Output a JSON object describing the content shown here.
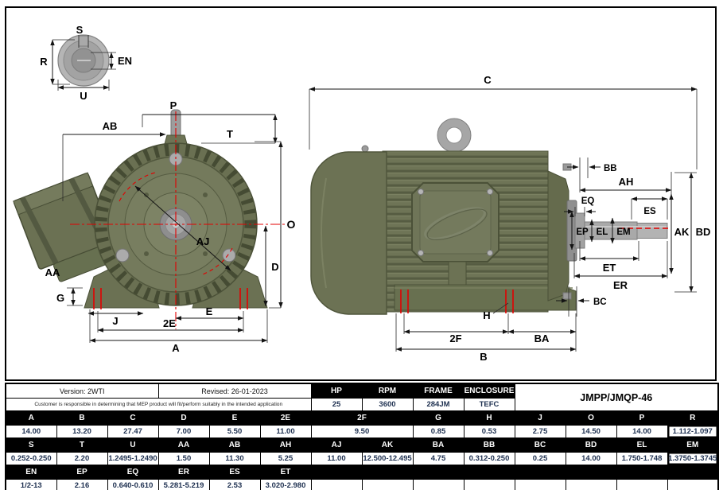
{
  "meta": {
    "version": "Version: 2WTI",
    "revised": "Revised: 26-01-2023",
    "disclaimer": "Customer is responsible in determining that MEP product will fit/perform suitably in the intended application",
    "model": "JMPP/JMQP-46"
  },
  "specs": {
    "hp_label": "HP",
    "hp": "25",
    "rpm_label": "RPM",
    "rpm": "3600",
    "frame_label": "FRAME",
    "frame": "284JM",
    "enclosure_label": "ENCLOSURE",
    "enclosure": "TEFC"
  },
  "dims": {
    "g1": {
      "headers": [
        "A",
        "B",
        "C",
        "D",
        "E",
        "2E",
        "2F",
        "G",
        "H",
        "J",
        "O",
        "P",
        "R"
      ],
      "values": [
        "14.00",
        "13.20",
        "27.47",
        "7.00",
        "5.50",
        "11.00",
        "9.50",
        "0.85",
        "0.53",
        "2.75",
        "14.50",
        "14.00",
        "1.112-1.097"
      ]
    },
    "g2": {
      "headers": [
        "S",
        "T",
        "U",
        "AA",
        "AB",
        "AH",
        "AJ",
        "AK",
        "BA",
        "BB",
        "BC",
        "BD",
        "EL",
        "EM"
      ],
      "values": [
        "0.252-0.250",
        "2.20",
        "1.2495-1.2490",
        "1.50",
        "11.30",
        "5.25",
        "11.00",
        "12.500-12.495",
        "4.75",
        "0.312-0.250",
        "0.25",
        "14.00",
        "1.750-1.748",
        "1.3750-1.3745"
      ]
    },
    "g3": {
      "headers": [
        "EN",
        "EP",
        "EQ",
        "ER",
        "ES",
        "ET"
      ],
      "values": [
        "1/2-13",
        "2.16",
        "0.640-0.610",
        "5.281-5.219",
        "2.53",
        "3.020-2.980"
      ]
    }
  },
  "drawing": {
    "labels": {
      "S": "S",
      "R": "R",
      "EN": "EN",
      "U": "U",
      "P": "P",
      "AB": "AB",
      "T": "T",
      "O": "O",
      "D": "D",
      "AJ": "AJ",
      "AA": "AA",
      "G": "G",
      "J": "J",
      "E": "E",
      "2E": "2E",
      "A": "A",
      "C": "C",
      "BB": "BB",
      "AH": "AH",
      "EQ": "EQ",
      "ES": "ES",
      "EP": "EP",
      "EL": "EL",
      "EM": "EM",
      "AK": "AK",
      "BD": "BD",
      "ET": "ET",
      "ER": "ER",
      "BC": "BC",
      "BA": "BA",
      "H": "H",
      "2F": "2F",
      "B": "B"
    },
    "colors": {
      "motor_green": "#6e7456",
      "motor_green_dark": "#4b5138",
      "motor_green_light": "#7d8363",
      "metal_gray": "#a6a6a6",
      "centerline_red": "#e30000",
      "dim_line": "#141414"
    }
  }
}
